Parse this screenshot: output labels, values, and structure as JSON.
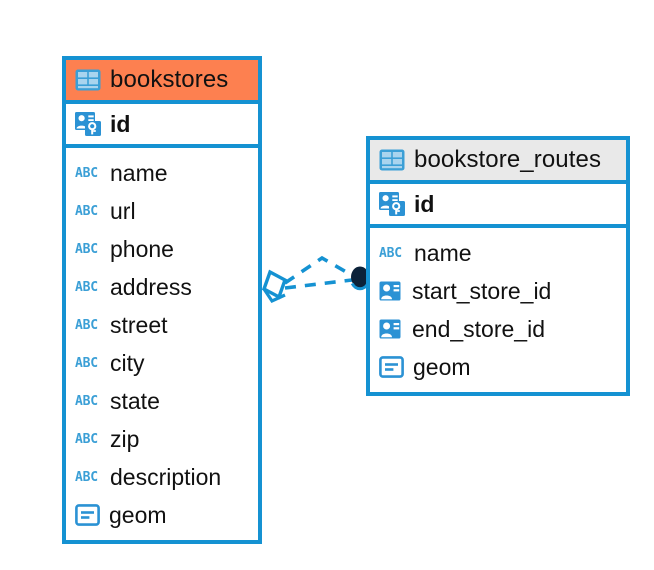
{
  "diagram": {
    "type": "entity-relationship-diagram",
    "background_color": "#ffffff",
    "accent_color": "#1592D2",
    "highlight_color": "#FD8050"
  },
  "entities": [
    {
      "name": "bookstores",
      "header_color": "#FD8050",
      "primary_key": {
        "label": "id",
        "icon": "primary-key-badge-icon"
      },
      "attributes": [
        {
          "label": "name",
          "icon": "abc-string-icon",
          "type": "ABC"
        },
        {
          "label": "url",
          "icon": "abc-string-icon",
          "type": "ABC"
        },
        {
          "label": "phone",
          "icon": "abc-string-icon",
          "type": "ABC"
        },
        {
          "label": "address",
          "icon": "abc-string-icon",
          "type": "ABC"
        },
        {
          "label": "street",
          "icon": "abc-string-icon",
          "type": "ABC"
        },
        {
          "label": "city",
          "icon": "abc-string-icon",
          "type": "ABC"
        },
        {
          "label": "state",
          "icon": "abc-string-icon",
          "type": "ABC"
        },
        {
          "label": "zip",
          "icon": "abc-string-icon",
          "type": "ABC"
        },
        {
          "label": "description",
          "icon": "abc-string-icon",
          "type": "ABC"
        },
        {
          "label": "geom",
          "icon": "geometry-icon",
          "type": "geometry"
        }
      ]
    },
    {
      "name": "bookstore_routes",
      "header_color": "#E9E9E9",
      "primary_key": {
        "label": "id",
        "icon": "primary-key-badge-icon"
      },
      "attributes": [
        {
          "label": "name",
          "icon": "abc-string-icon",
          "type": "ABC"
        },
        {
          "label": "start_store_id",
          "icon": "foreign-key-icon",
          "type": "reference"
        },
        {
          "label": "end_store_id",
          "icon": "foreign-key-icon",
          "type": "reference"
        },
        {
          "label": "geom",
          "icon": "geometry-icon",
          "type": "geometry"
        }
      ]
    }
  ],
  "relationship": {
    "from_entity": "bookstores",
    "to_entity": "bookstore_routes",
    "line_style": "dashed",
    "line_color": "#1592D2",
    "source_marker": "rhombus-outline",
    "target_marker": "filled-circle",
    "target_marker_color": "#0B2239",
    "branch_count": 2
  }
}
